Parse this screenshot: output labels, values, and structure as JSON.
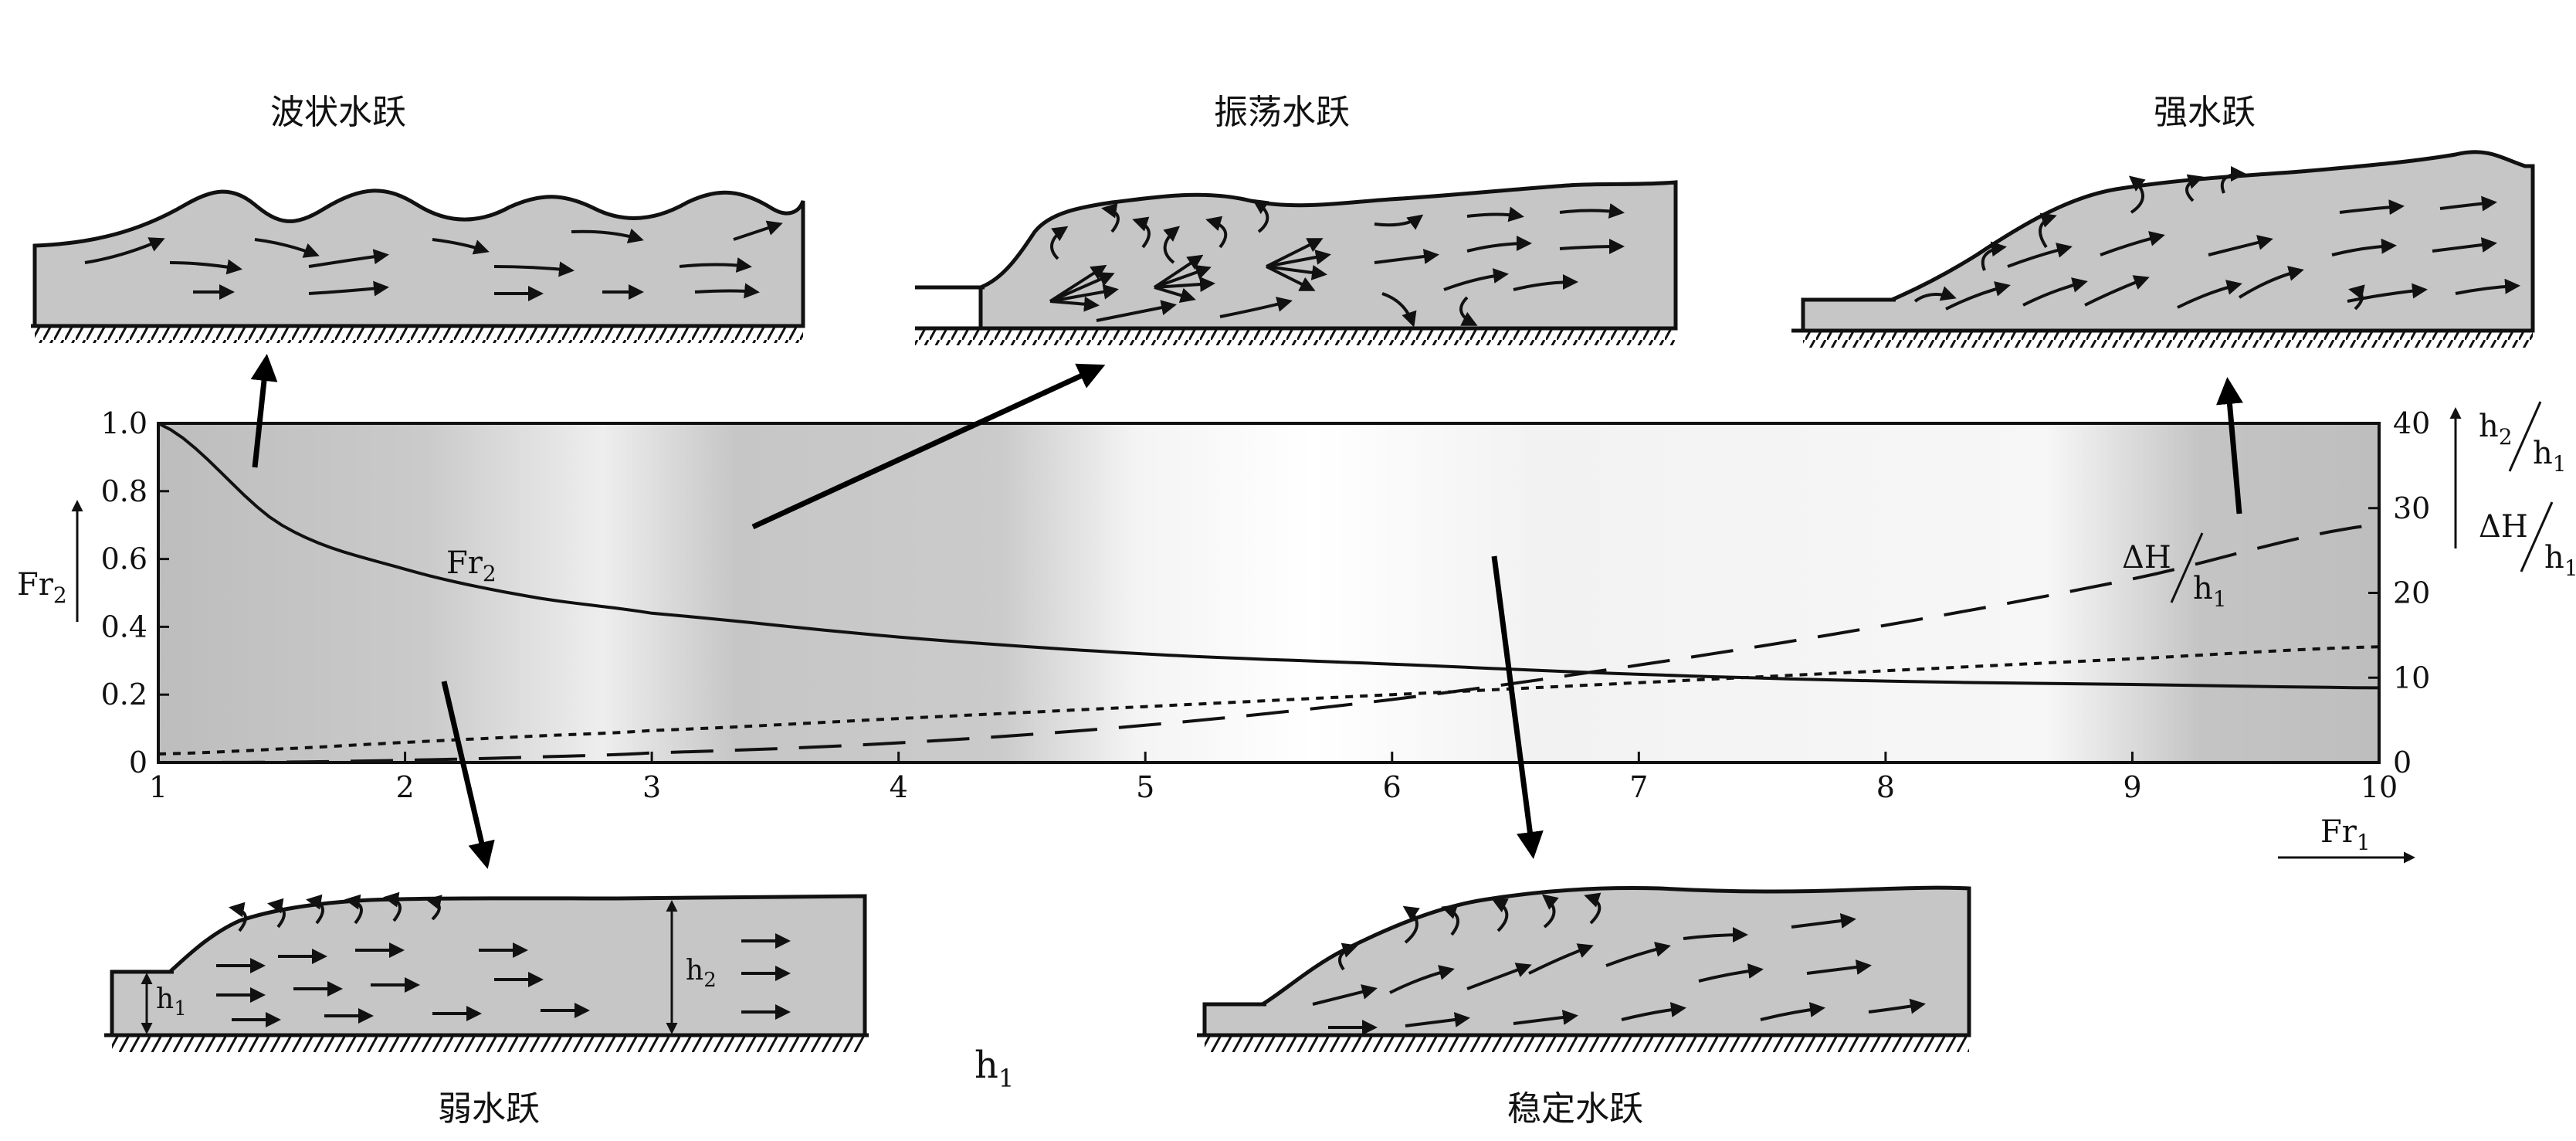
{
  "chart_data": {
    "type": "line",
    "x": [
      1,
      1.5,
      2,
      2.5,
      3,
      4,
      5,
      6,
      7,
      8,
      9,
      10
    ],
    "series": [
      {
        "name": "Fr₂",
        "values": [
          1.0,
          0.7,
          0.57,
          0.49,
          0.44,
          0.37,
          0.32,
          0.29,
          0.26,
          0.24,
          0.23,
          0.22
        ]
      }
    ],
    "series_right": [
      {
        "name": "h₂/h₁",
        "values": [
          1.0,
          1.6,
          2.37,
          3.08,
          3.77,
          5.18,
          6.59,
          8.0,
          9.41,
          10.82,
          12.23,
          13.65
        ]
      },
      {
        "name": "ΔH/h₁",
        "values": [
          0.0,
          0.04,
          0.26,
          0.62,
          1.13,
          2.31,
          4.39,
          7.43,
          11.49,
          16.18,
          21.64,
          28.1
        ]
      }
    ],
    "xlim": [
      1,
      10
    ],
    "ylim_left": [
      0,
      1.0
    ],
    "ylim_right": [
      0,
      40
    ],
    "x_ticks": [
      "1",
      "2",
      "3",
      "4",
      "5",
      "6",
      "7",
      "8",
      "9",
      "10"
    ],
    "y_ticks_left": [
      "0",
      "0.2",
      "0.4",
      "0.6",
      "0.8",
      "1.0"
    ],
    "y_ticks_right": [
      "0",
      "10",
      "20",
      "30",
      "40"
    ],
    "xlabel": {
      "main": "Fr",
      "sub": "1"
    },
    "ylabel_left": {
      "main": "Fr",
      "sub": "2"
    },
    "curve_label": {
      "main": "Fr",
      "sub": "2"
    },
    "ylabel_right_ratio": {
      "num": "h",
      "num_sub": "2",
      "den": "h",
      "den_sub": "1"
    },
    "ylabel_right_loss": {
      "num": "ΔH",
      "den": "h",
      "den_sub": "1"
    },
    "curve_label_loss": {
      "num": "ΔH",
      "den": "h",
      "den_sub": "1"
    }
  },
  "jumps": {
    "undular": "波状水跃",
    "oscillating": "振荡水跃",
    "strong": "强水跃",
    "weak": "弱水跃",
    "steady": "稳定水跃"
  },
  "depth_labels": {
    "h1": {
      "main": "h",
      "sub": "1"
    },
    "h2": {
      "main": "h",
      "sub": "2"
    },
    "bottom": {
      "main": "h",
      "sub": "1"
    }
  }
}
